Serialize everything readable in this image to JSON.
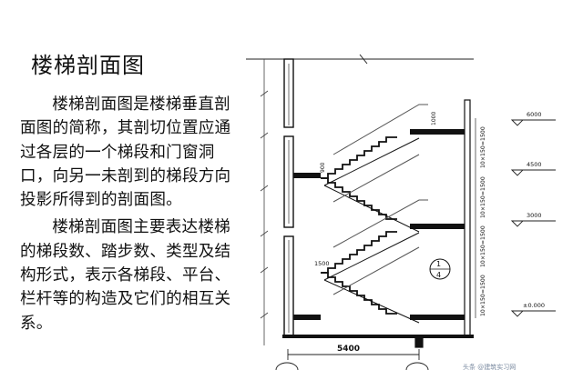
{
  "slide": {
    "title": "楼梯剖面图",
    "paragraph_1": "楼梯剖面图是楼梯垂直剖面图的简称，其剖切位置应通过各层的一个梯段和门窗洞口，向另一未剖到的梯段方向投影所得到的剖面图。",
    "paragraph_2": "楼梯剖面图主要表达楼梯的梯段数、踏步数、类型及结构形式，表示各梯段、平台、栏杆等的构造及它们的相互关系。"
  },
  "drawing": {
    "elevations": [
      "6000",
      "4500",
      "3000",
      "±0.000"
    ],
    "flight_dims": [
      "10×150=1500",
      "10×150=1500",
      "10×150=1500",
      "10×150=1500"
    ],
    "rail_heights": [
      "1000",
      "900"
    ],
    "landing_dim": "1500",
    "total_width": "5400",
    "detail_ref": {
      "top": "1",
      "bottom": "4"
    },
    "watermark": "头条 @建筑实习网"
  }
}
